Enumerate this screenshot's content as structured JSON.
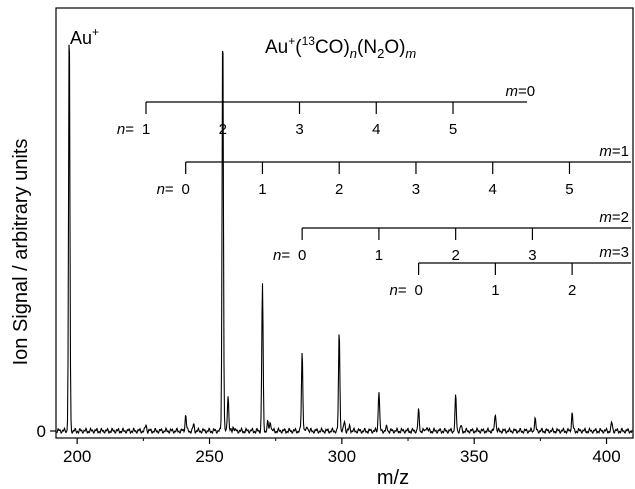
{
  "chart_data": {
    "type": "line",
    "title": "",
    "xlabel": "m/z",
    "ylabel": "Ion Signal / arbitrary units",
    "xlim": [
      192,
      410
    ],
    "ylim": [
      0,
      1.0
    ],
    "x_ticks": [
      200,
      250,
      300,
      350,
      400
    ],
    "y_ticks": [
      {
        "value": 0,
        "label": "0"
      }
    ],
    "grid": false,
    "series": [
      {
        "peaks": [
          {
            "x": 197,
            "y": 1.0
          },
          {
            "x": 226,
            "y": 0.015
          },
          {
            "x": 241,
            "y": 0.04
          },
          {
            "x": 244,
            "y": 0.015
          },
          {
            "x": 255,
            "y": 1.0
          },
          {
            "x": 257,
            "y": 0.09
          },
          {
            "x": 259,
            "y": 0.012
          },
          {
            "x": 270,
            "y": 0.36
          },
          {
            "x": 272,
            "y": 0.02
          },
          {
            "x": 273,
            "y": 0.025
          },
          {
            "x": 285,
            "y": 0.195
          },
          {
            "x": 287,
            "y": 0.012
          },
          {
            "x": 299,
            "y": 0.245
          },
          {
            "x": 301,
            "y": 0.025
          },
          {
            "x": 303,
            "y": 0.012
          },
          {
            "x": 314,
            "y": 0.1
          },
          {
            "x": 317,
            "y": 0.01
          },
          {
            "x": 329,
            "y": 0.05
          },
          {
            "x": 332,
            "y": 0.012
          },
          {
            "x": 343,
            "y": 0.085
          },
          {
            "x": 345,
            "y": 0.012
          },
          {
            "x": 358,
            "y": 0.045
          },
          {
            "x": 373,
            "y": 0.03
          },
          {
            "x": 387,
            "y": 0.045
          },
          {
            "x": 402,
            "y": 0.02
          }
        ]
      }
    ],
    "annotations": {
      "au_label": "Au",
      "au_sup": "+",
      "formula": {
        "base": "Au",
        "sup1": "+",
        "open1": "(",
        "sup2": "13",
        "mid": "CO)",
        "sub_n": "n",
        "mid2": "(N",
        "sub2": "2",
        "close": "O)",
        "sub_m": "m"
      },
      "n_prefix": "n",
      "n_eq": "=",
      "m_prefix": "m",
      "ladders": [
        {
          "m_label": "=0",
          "start": 226,
          "spacing": 29,
          "n": [
            "1",
            "2",
            "3",
            "4",
            "5"
          ]
        },
        {
          "m_label": "=1",
          "start": 241,
          "spacing": 29,
          "n": [
            "0",
            "1",
            "2",
            "3",
            "4",
            "5"
          ]
        },
        {
          "m_label": "=2",
          "start": 285,
          "spacing": 29,
          "n": [
            "0",
            "1",
            "2",
            "3"
          ]
        },
        {
          "m_label": "=3",
          "start": 329,
          "spacing": 29,
          "n": [
            "0",
            "1",
            "2"
          ]
        }
      ]
    }
  }
}
